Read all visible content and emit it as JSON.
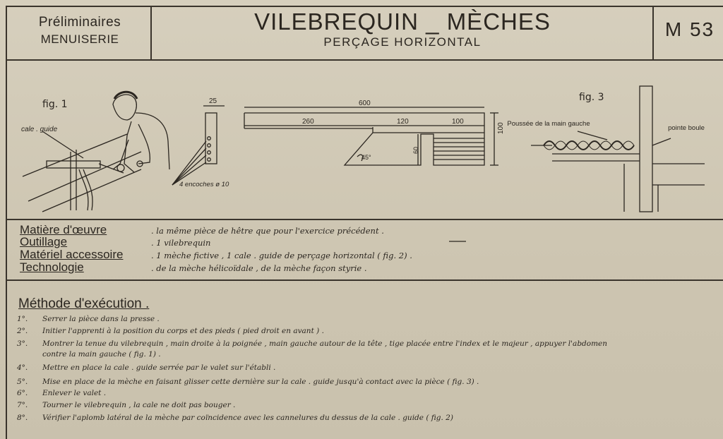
{
  "header": {
    "section_line1": "Préliminaires",
    "section_line2": "MENUISERIE",
    "title": "VILEBREQUIN _ MÈCHES",
    "subtitle": "PERÇAGE HORIZONTAL",
    "code": "M 53"
  },
  "figures": {
    "fig1": {
      "label": "fig. 1",
      "callout": "cale . guide"
    },
    "fig2": {
      "dim_width": "25",
      "dim_total": "600",
      "dim_left": "260",
      "dim_mid": "120",
      "dim_right": "100",
      "dim_height": "100",
      "dim_slot": "60",
      "angle": "45°",
      "note": "4 encoches ø 10"
    },
    "fig3": {
      "label": "fig. 3",
      "callout_left": "Poussée de la main gauche",
      "callout_right": "pointe boule"
    }
  },
  "info": [
    {
      "label": "Matière d'œuvre",
      "value": ". la même pièce de hêtre que pour l'exercice précédent ."
    },
    {
      "label": "Outillage",
      "value": ". 1 vilebrequin"
    },
    {
      "label": "Matériel accessoire",
      "value": ". 1 mèche fictive   , 1 cale . guide de perçage horizontal ( fig. 2) ."
    },
    {
      "label": "Technologie",
      "value": ". de la mèche hélicoïdale , de la mèche façon styrie ."
    }
  ],
  "method": {
    "title": "Méthode d'exécution .",
    "steps": [
      {
        "num": "1°.",
        "text": "Serrer la pièce dans la presse ."
      },
      {
        "num": "2°.",
        "text": "Initier l'apprenti à la position du corps et des pieds ( pied droit en avant ) ."
      },
      {
        "num": "3°.",
        "text": "Montrer la tenue du vilebrequin , main droite à la poignée , main gauche autour de la tête , tige placée entre l'index et le majeur , appuyer l'abdomen"
      },
      {
        "num": "",
        "text": "contre la main gauche ( fig. 1) ."
      },
      {
        "num": "4°.",
        "text": "Mettre en place la cale . guide serrée par le valet sur l'établi ."
      },
      {
        "num": "5°.",
        "text": "Mise en place de la mèche en faisant glisser cette dernière sur la cale . guide jusqu'à contact avec la pièce   ( fig. 3) ."
      },
      {
        "num": "6°.",
        "text": "Enlever le valet ."
      },
      {
        "num": "7°.",
        "text": "Tourner le vilebrequin , la cale ne doit pas bouger ."
      },
      {
        "num": "8°.",
        "text": "Vérifier l'aplomb latéral de la mèche par coïncidence avec les cannelures du dessus de la cale . guide   ( fig. 2)"
      }
    ]
  }
}
